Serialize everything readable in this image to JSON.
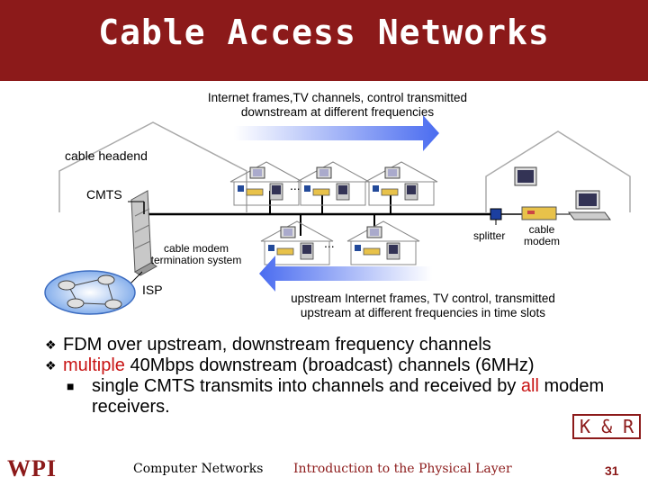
{
  "title": "Cable Access Networks",
  "downstream_caption": [
    "Internet frames,TV channels, control  transmitted",
    "downstream at different frequencies"
  ],
  "upstream_caption": [
    "upstream Internet frames, TV control,  transmitted",
    "upstream at different frequencies in time slots"
  ],
  "labels": {
    "headend": "cable headend",
    "cmts": "CMTS",
    "cmts_full": [
      "cable modem",
      "termination system"
    ],
    "isp": "ISP",
    "splitter": "splitter",
    "cable_modem": [
      "cable",
      "modem"
    ],
    "ellipsis": "..."
  },
  "bullets": [
    {
      "text": "FDM over upstream, downstream frequency channels"
    },
    {
      "highlight": "multiple",
      "text": " 40Mbps downstream (broadcast) channels (6MHz)"
    }
  ],
  "sub_bullet": {
    "prefix": "single CMTS transmits into channels and received by ",
    "highlight": "all",
    "suffix": " modem receivers."
  },
  "footer": {
    "logo": "WPI",
    "left": "Computer Networks",
    "middle": "Introduction to the Physical Layer",
    "page": "31",
    "badge": "K & R"
  },
  "colors": {
    "title_bar": "#8c1a1a",
    "arrow": "#4a6cf0",
    "accent_red": "#c81414"
  }
}
